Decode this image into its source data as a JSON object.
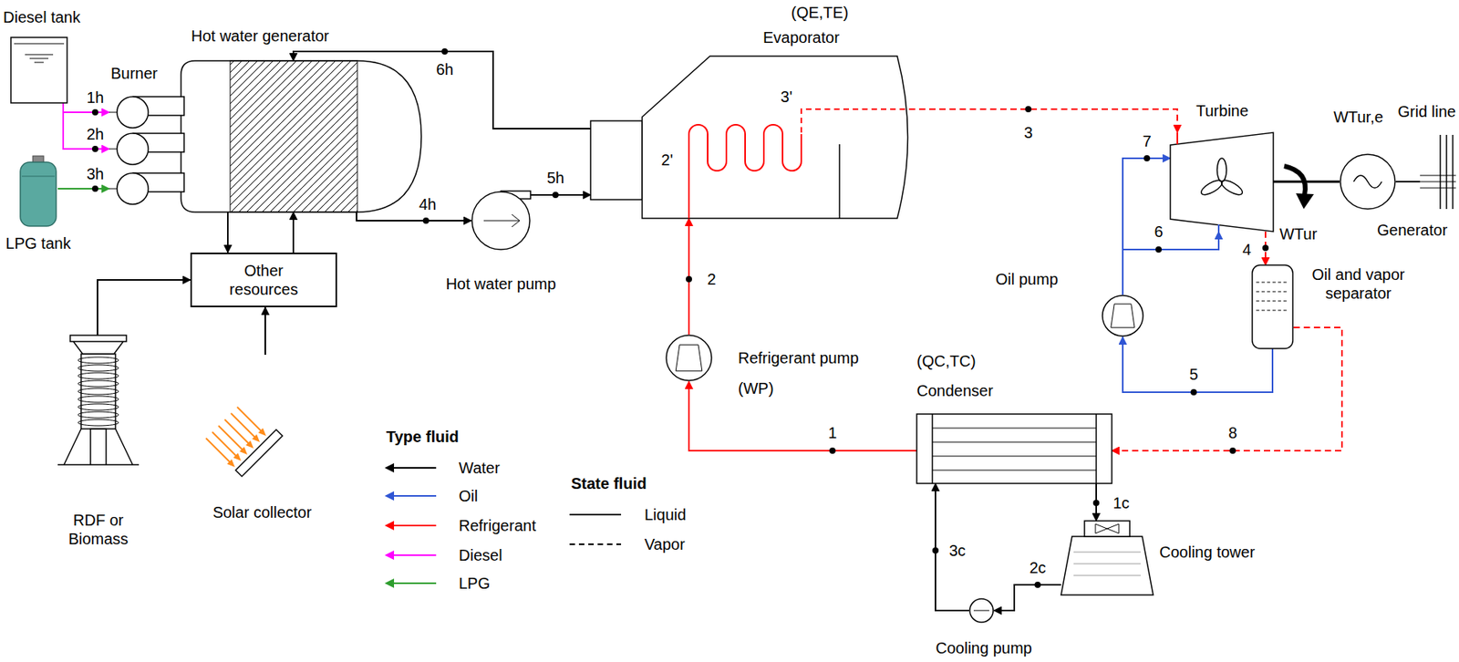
{
  "diagram": {
    "nodes": [
      {
        "text": [
          "Diesel tank"
        ]
      },
      {
        "text": [
          "Hot water generator"
        ]
      },
      {
        "text": [
          "Burner"
        ]
      },
      {
        "text": [
          "LPG tank"
        ]
      },
      {
        "text": [
          "Other resources"
        ]
      },
      {
        "text": [
          "RDF or Biomass"
        ]
      },
      {
        "text": [
          "Solar collector"
        ]
      },
      {
        "text": [
          "Hot water pump"
        ]
      },
      {
        "text": [
          "(QE,TE)",
          "Evaporator"
        ]
      },
      {
        "text": [
          "Refrigerant pump",
          "(WP)"
        ]
      },
      {
        "text": [
          "Turbine"
        ]
      },
      {
        "text": [
          "Generator"
        ]
      },
      {
        "text": [
          "Grid line"
        ]
      },
      {
        "text": [
          "Oil pump"
        ]
      },
      {
        "text": [
          "Oil and vapor separator"
        ]
      },
      {
        "text": [
          "(QC,TC)",
          "Condenser"
        ]
      },
      {
        "text": [
          "Cooling tower"
        ]
      },
      {
        "text": [
          "Cooling pump"
        ]
      }
    ],
    "edges": [
      {
        "from": 0,
        "to": 2,
        "label": "1h",
        "arrow": "to"
      },
      {
        "from": 0,
        "to": 2,
        "label": "2h",
        "arrow": "to"
      },
      {
        "from": 3,
        "to": 2,
        "label": "3h",
        "arrow": "to"
      },
      {
        "from": 1,
        "to": 4,
        "arrow": "to"
      },
      {
        "from": 4,
        "to": 1,
        "arrow": "to"
      },
      {
        "from": 5,
        "to": 4,
        "arrow": "to"
      },
      {
        "from": 6,
        "to": 4,
        "arrow": "to"
      },
      {
        "from": 1,
        "to": 7,
        "label": "4h",
        "arrow": "to"
      },
      {
        "from": 7,
        "to": 8,
        "label": "5h",
        "arrow": "to"
      },
      {
        "from": 8,
        "to": 1,
        "label": "6h",
        "arrow": "to"
      },
      {
        "from": 9,
        "to": 8,
        "label": "2",
        "arrow": "to"
      },
      {
        "from": 8,
        "to": 10,
        "label": "3",
        "arrow": "to"
      },
      {
        "from": 10,
        "to": 14,
        "label": "4",
        "arrow": "to"
      },
      {
        "from": 14,
        "to": 13,
        "label": "5",
        "arrow": "to"
      },
      {
        "from": 13,
        "to": 10,
        "label": "6",
        "arrow": "to"
      },
      {
        "from": 13,
        "to": 10,
        "label": "7",
        "arrow": "to"
      },
      {
        "from": 14,
        "to": 15,
        "label": "8",
        "arrow": "to"
      },
      {
        "from": 15,
        "to": 9,
        "label": "1",
        "arrow": "to"
      },
      {
        "from": 15,
        "to": 16,
        "label": "1c",
        "arrow": "to"
      },
      {
        "from": 16,
        "to": 17,
        "label": "2c",
        "arrow": "to"
      },
      {
        "from": 17,
        "to": 15,
        "label": "3c",
        "arrow": "to"
      },
      {
        "from": 10,
        "to": 11,
        "label": "WTur",
        "arrow": "none"
      },
      {
        "from": 11,
        "to": 12,
        "arrow": "none"
      }
    ],
    "labels": [
      "2'",
      "3'",
      "WTur,e",
      "Type fluid",
      "State fluid"
    ],
    "legend": [
      {
        "text": "Water",
        "color": "#000000"
      },
      {
        "text": "Oil",
        "color": "#2f55d4"
      },
      {
        "text": "Refrigerant",
        "color": "#ff0000"
      },
      {
        "text": "Diesel",
        "color": "#ff00ff"
      },
      {
        "text": "LPG",
        "color": "#2e9e2e"
      },
      {
        "text": "Liquid"
      },
      {
        "text": "Vapor"
      }
    ]
  }
}
